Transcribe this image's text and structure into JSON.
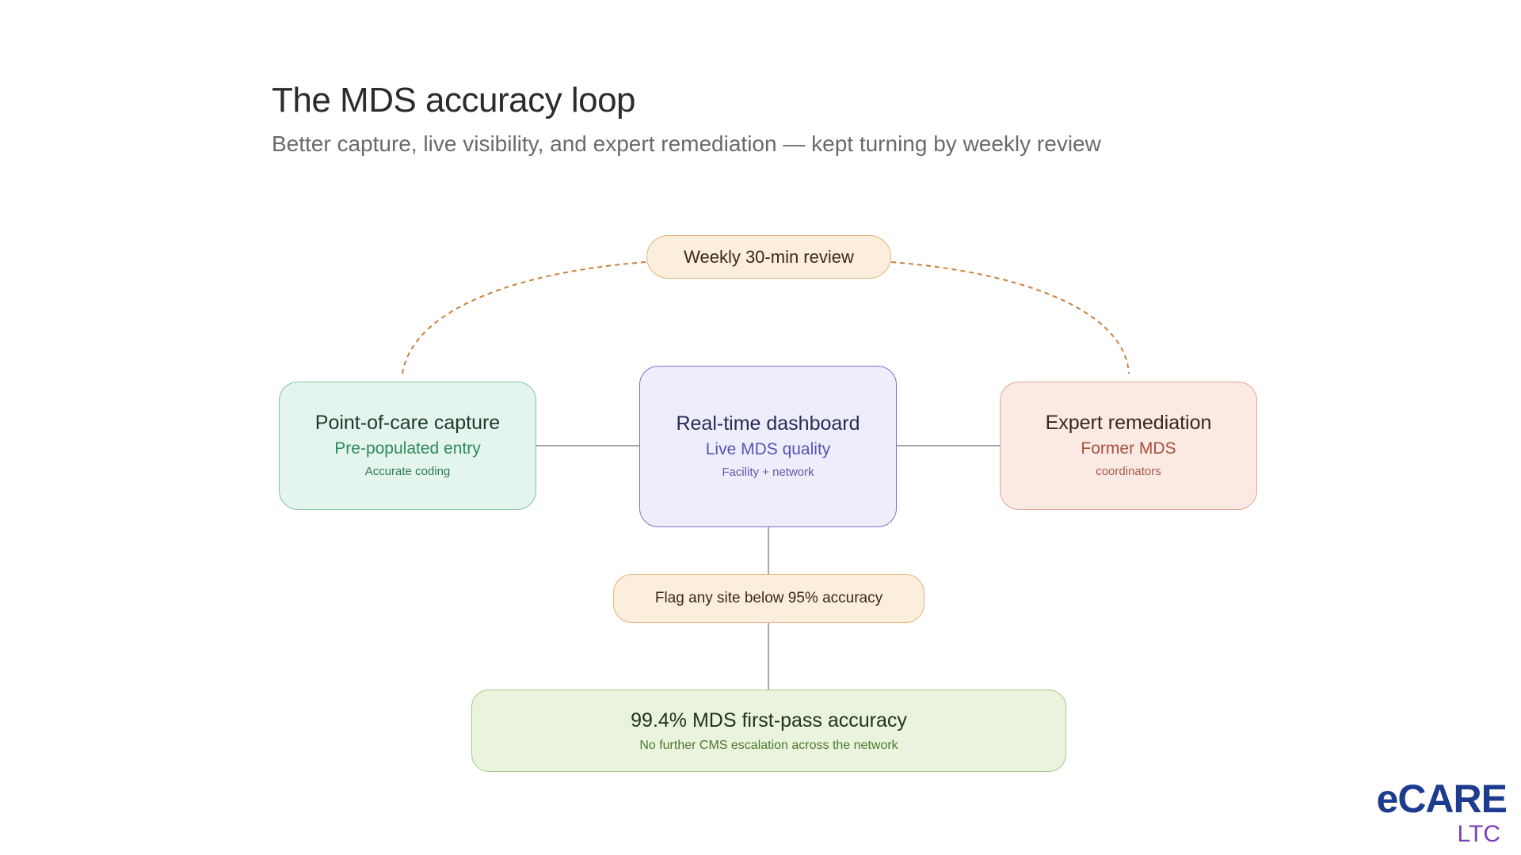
{
  "header": {
    "title": "The MDS accuracy loop",
    "subtitle": "Better capture, live visibility, and expert remediation — kept turning by weekly review"
  },
  "loop_review": {
    "label": "Weekly 30-min review"
  },
  "nodes": {
    "capture": {
      "title": "Point-of-care capture",
      "subtitle": "Pre-populated entry",
      "note": "Accurate coding"
    },
    "dashboard": {
      "title": "Real-time dashboard",
      "subtitle": "Live MDS quality",
      "note": "Facility + network"
    },
    "remediation": {
      "title": "Expert remediation",
      "subtitle": "Former MDS",
      "note": "coordinators"
    }
  },
  "flag": {
    "label": "Flag any site below 95% accuracy"
  },
  "outcome": {
    "title": "99.4% MDS first-pass accuracy",
    "note": "No further CMS escalation across the network"
  },
  "logo": {
    "word": "eCARE",
    "sub": "LTC"
  },
  "colors": {
    "capture_accent": "#2f8a5c",
    "dashboard_accent": "#5b53b5",
    "remediation_accent": "#a8503a",
    "review_accent": "#c8823a",
    "outcome_accent": "#4d7a2e",
    "logo_blue": "#1d3c8f",
    "logo_purple": "#7b3fb8",
    "logo_green": "#9ccf2d"
  }
}
